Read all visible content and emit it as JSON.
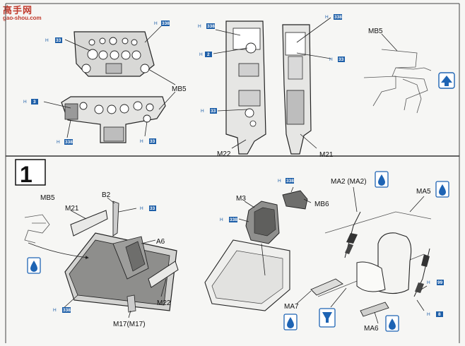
{
  "watermark": {
    "logo": "高手网",
    "url": "gao-shou.com"
  },
  "step": {
    "number": "1"
  },
  "labels": {
    "mb5_top": "MB5",
    "m22_top": "M22",
    "m21_top": "M21",
    "mb5_right": "MB5",
    "mb5_left": "MB5",
    "m21_left": "M21",
    "b2": "B2",
    "a6": "A6",
    "m22_bottom": "M22",
    "m17": "M17(M17)",
    "m3": "M3",
    "mb6": "MB6",
    "ma2": "MA2 (MA2)",
    "ma5": "MA5",
    "ma7": "MA7",
    "ma6": "MA6"
  },
  "color_refs": {
    "h12": "H",
    "h12_num": "33",
    "h3": "H",
    "h3_num": "3",
    "h338": "H",
    "h338_num": "338",
    "h2": "H",
    "h2_num": "2",
    "h8": "H",
    "h8_num": "8",
    "h99": "H",
    "h99_num": "99"
  },
  "colors": {
    "line": "#222222",
    "ref_blue": "#1e5fa8",
    "icon_blue": "#1e64b4",
    "watermark_red": "#c0392b"
  },
  "icons": [
    "water-drop-icon",
    "glue-cement-icon",
    "flip-arrow-icon"
  ]
}
